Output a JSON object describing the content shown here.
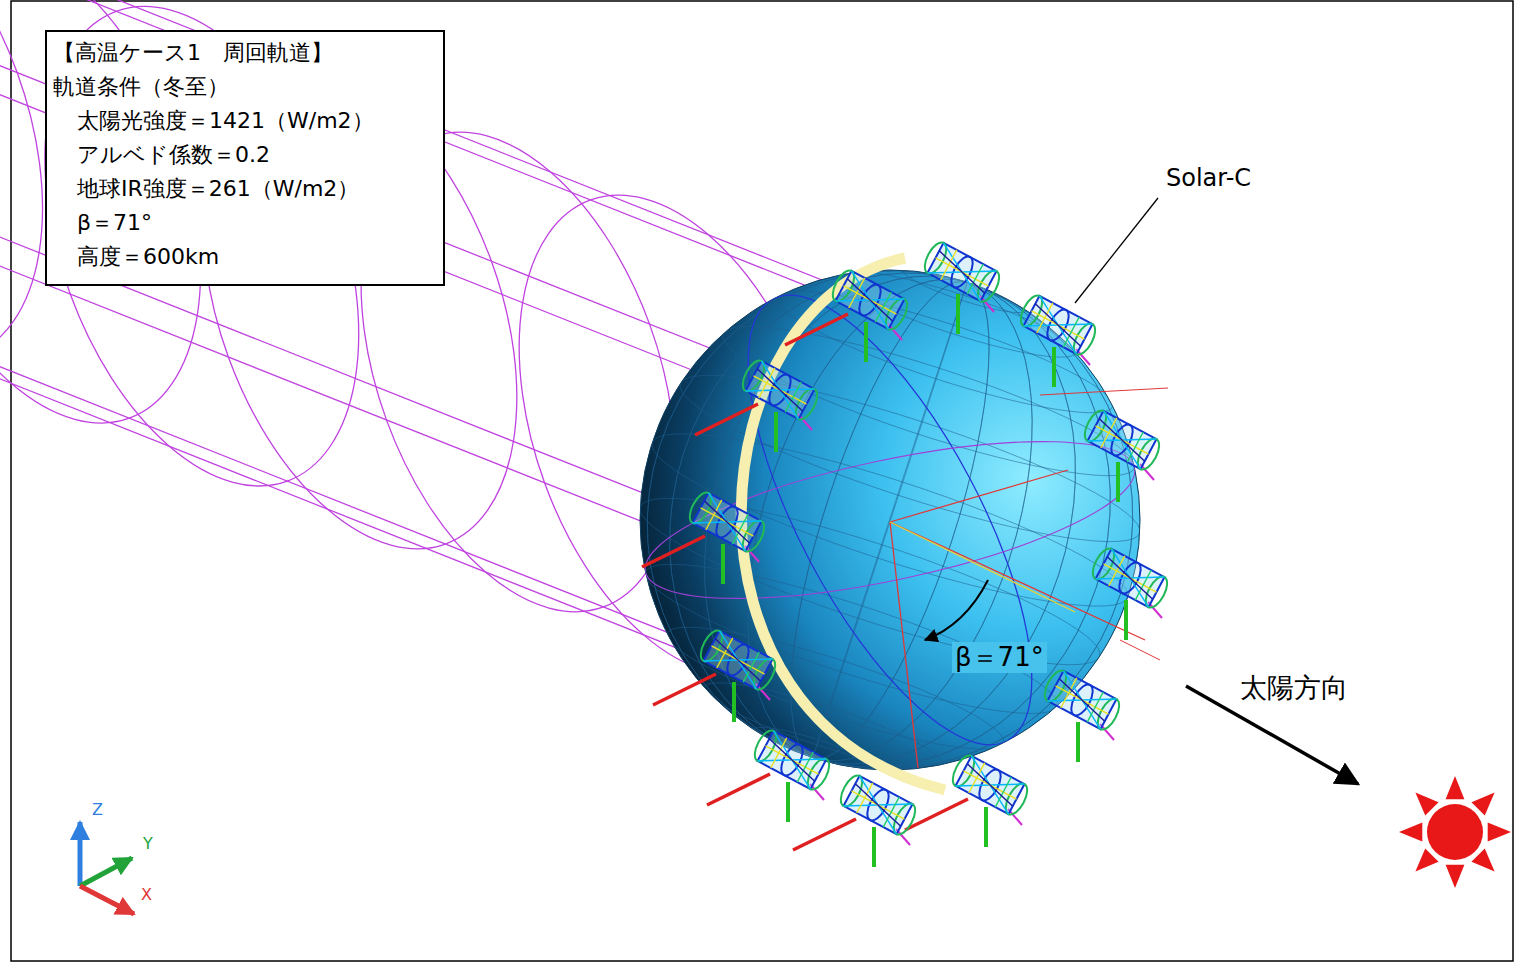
{
  "diagram": {
    "nodes": [
      {
        "text": [
          "【高温ケース1　周回軌道】",
          "軌道条件（冬至）",
          "太陽光強度＝1421（W/m2）",
          "アルベド係数＝0.2",
          "地球IR強度＝261（W/m2）",
          "β＝71°",
          "高度＝600km"
        ]
      }
    ],
    "labels": [
      "Solar-C",
      "β＝71°",
      "太陽方向",
      "Z",
      "Y",
      "X"
    ]
  }
}
